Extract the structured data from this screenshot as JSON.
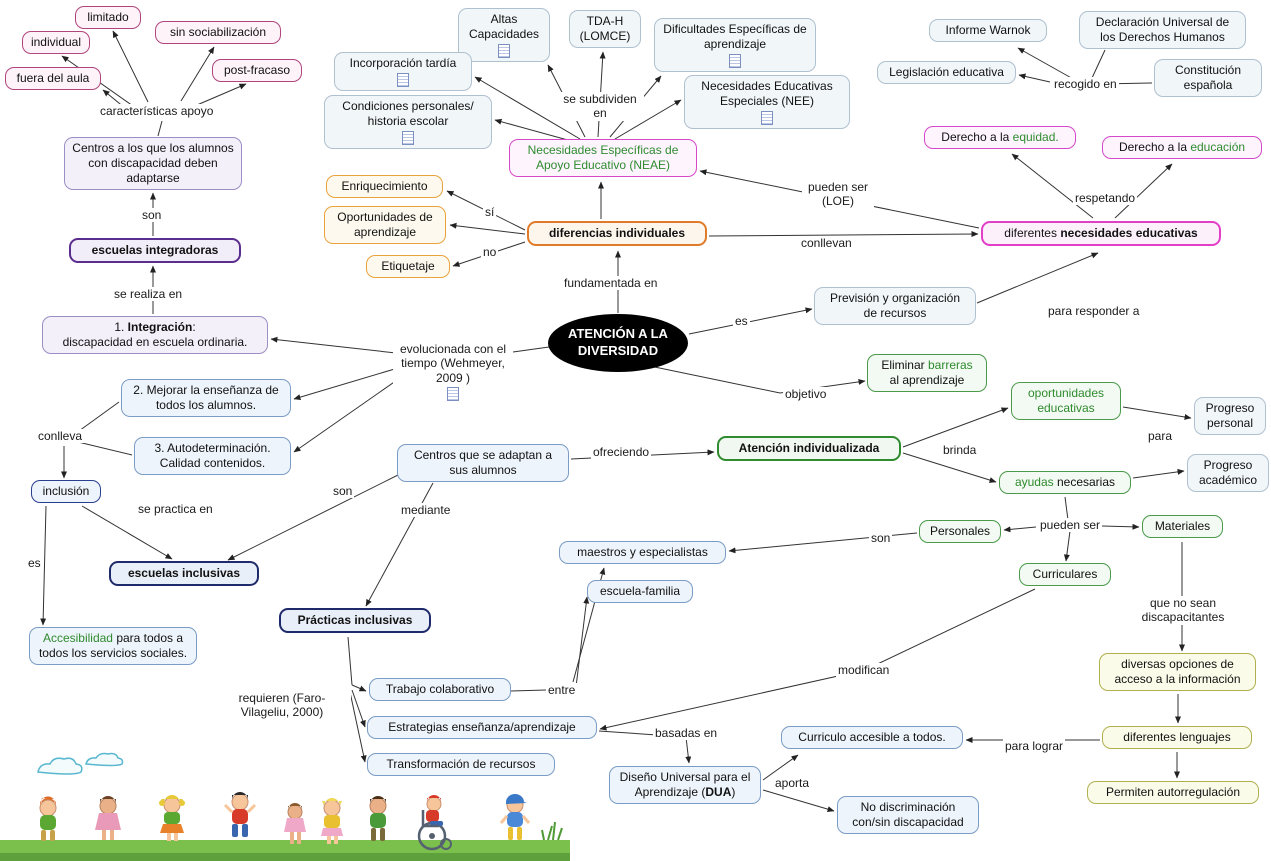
{
  "center": {
    "title": "ATENCIÓN A LA DIVERSIDAD"
  },
  "nodes": {
    "limitado": "limitado",
    "individual": "individual",
    "sin_sociabilizacion": "sin sociabilización",
    "fuera_del_aula": "fuera del aula",
    "post_fracaso": "post-fracaso",
    "centros_adaptarse": "Centros a los que los alumnos con discapacidad deben adaptarse",
    "escuelas_integradoras": "escuelas integradoras",
    "integracion": {
      "a": "1. ",
      "b": "Integración",
      "c": ":",
      "d": "discapacidad en escuela ordinaria."
    },
    "mejorar": "2. Mejorar la enseñanza de todos los alumnos.",
    "autodeterminacion": "3. Autodeterminación. Calidad contenidos.",
    "inclusion": "inclusión",
    "escuelas_inclusivas": "escuelas inclusivas",
    "accesibilidad": {
      "a": "Accesibilidad",
      "b": " para todos a todos los servicios sociales."
    },
    "altas_capacidades": "Altas Capacidades",
    "tdah": "TDA-H (LOMCE)",
    "dificultades": "Dificultades Específicas de aprendizaje",
    "incorporacion": "Incorporación tardía",
    "nee": "Necesidades Educativas Especiales (NEE)",
    "condiciones": "Condiciones personales/ historia escolar",
    "neae": "Necesidades Específicas de Apoyo Educativo (NEAE)",
    "enriquecimiento": "Enriquecimiento",
    "oportunidades_apr": "Oportunidades de aprendizaje",
    "etiquetaje": "Etiquetaje",
    "diferencias": "diferencias individuales",
    "informe_warnok": "Informe Warnok",
    "declaracion": "Declaración Universal de los Derechos Humanos",
    "legislacion": "Legislación educativa",
    "constitucion": "Constitución española",
    "derecho_equidad": {
      "a": "Derecho a la ",
      "b": "equidad."
    },
    "derecho_educacion": {
      "a": "Derecho a la ",
      "b": "educación"
    },
    "diferentes_nec": {
      "a": "diferentes ",
      "b": "necesidades educativas"
    },
    "prevision": "Previsión y organización de recursos",
    "eliminar": {
      "a": "Eliminar ",
      "b": "barreras",
      "c": " al aprendizaje"
    },
    "atencion_ind": "Atención individualizada",
    "oportunidades_edu": "oportunidades educativas",
    "progreso_personal": "Progreso personal",
    "progreso_academico": "Progreso académico",
    "ayudas": {
      "a": "ayudas",
      "b": " necesarias"
    },
    "centros_adaptan": "Centros que se adaptan a sus alumnos",
    "personales": "Personales",
    "materiales": "Materiales",
    "maestros": "maestros y especialistas",
    "escuela_familia": "escuela-familia",
    "curriculares": "Curriculares",
    "practicas": "Prácticas inclusivas",
    "trabajo": "Trabajo colaborativo",
    "estrategias": "Estrategias enseñanza/aprendizaje",
    "transformacion": "Transformación de recursos",
    "diversas": "diversas opciones de acceso a la información",
    "dif_lenguajes": "diferentes lenguajes",
    "permiten": "Permiten autorregulación",
    "curriculo": "Curriculo accesible a todos.",
    "dua": {
      "a": "Diseño Universal para el Aprendizaje (",
      "b": "DUA",
      "c": ")"
    },
    "no_discriminacion": "No discriminación con/sin discapacidad"
  },
  "labels": {
    "caracteristicas": "características apoyo",
    "son1": "son",
    "se_realiza": "se realiza en",
    "conlleva": "conlleva",
    "se_practica": "se practica en",
    "es1": "es",
    "se_subdividen": "se subdividen en",
    "si": "sí",
    "no": "no",
    "fundamentada": "fundamentada en",
    "pueden_ser_loe": "pueden ser (LOE)",
    "conllevan": "conllevan",
    "recogido": "recogido en",
    "respetando": "respetando",
    "para_responder": "para responder a",
    "es2": "es",
    "evolucionada": "evolucionada con el tiempo (Wehmeyer, 2009 )",
    "objetivo": "objetivo",
    "ofreciendo": "ofreciendo",
    "son2": "son",
    "mediante": "mediante",
    "brinda": "brinda",
    "para1": "para",
    "pueden_ser2": "pueden ser",
    "son3": "son",
    "que_no_sean": "que no sean discapacitantes",
    "requieren": "requieren (Faro-Vilageliu, 2000)",
    "entre": "entre",
    "modifican": "modifican",
    "basadas": "basadas en",
    "aporta": "aporta",
    "para_lograr": "para lograr"
  }
}
